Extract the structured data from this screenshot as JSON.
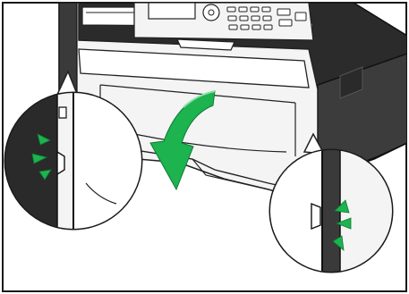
{
  "figure": {
    "subject": "printer-open-front-cover",
    "colors": {
      "frame": "#1a1a1a",
      "body_light": "#f4f4f4",
      "body_dark": "#2b2b2b",
      "body_mid": "#3c3c3c",
      "arrow_green": "#1db34f",
      "line": "#222222"
    },
    "icons": [
      "printer-body",
      "control-panel",
      "front-cover",
      "open-direction-arrow",
      "left-zoom-callout",
      "right-zoom-callout",
      "release-indicator-marks"
    ]
  }
}
